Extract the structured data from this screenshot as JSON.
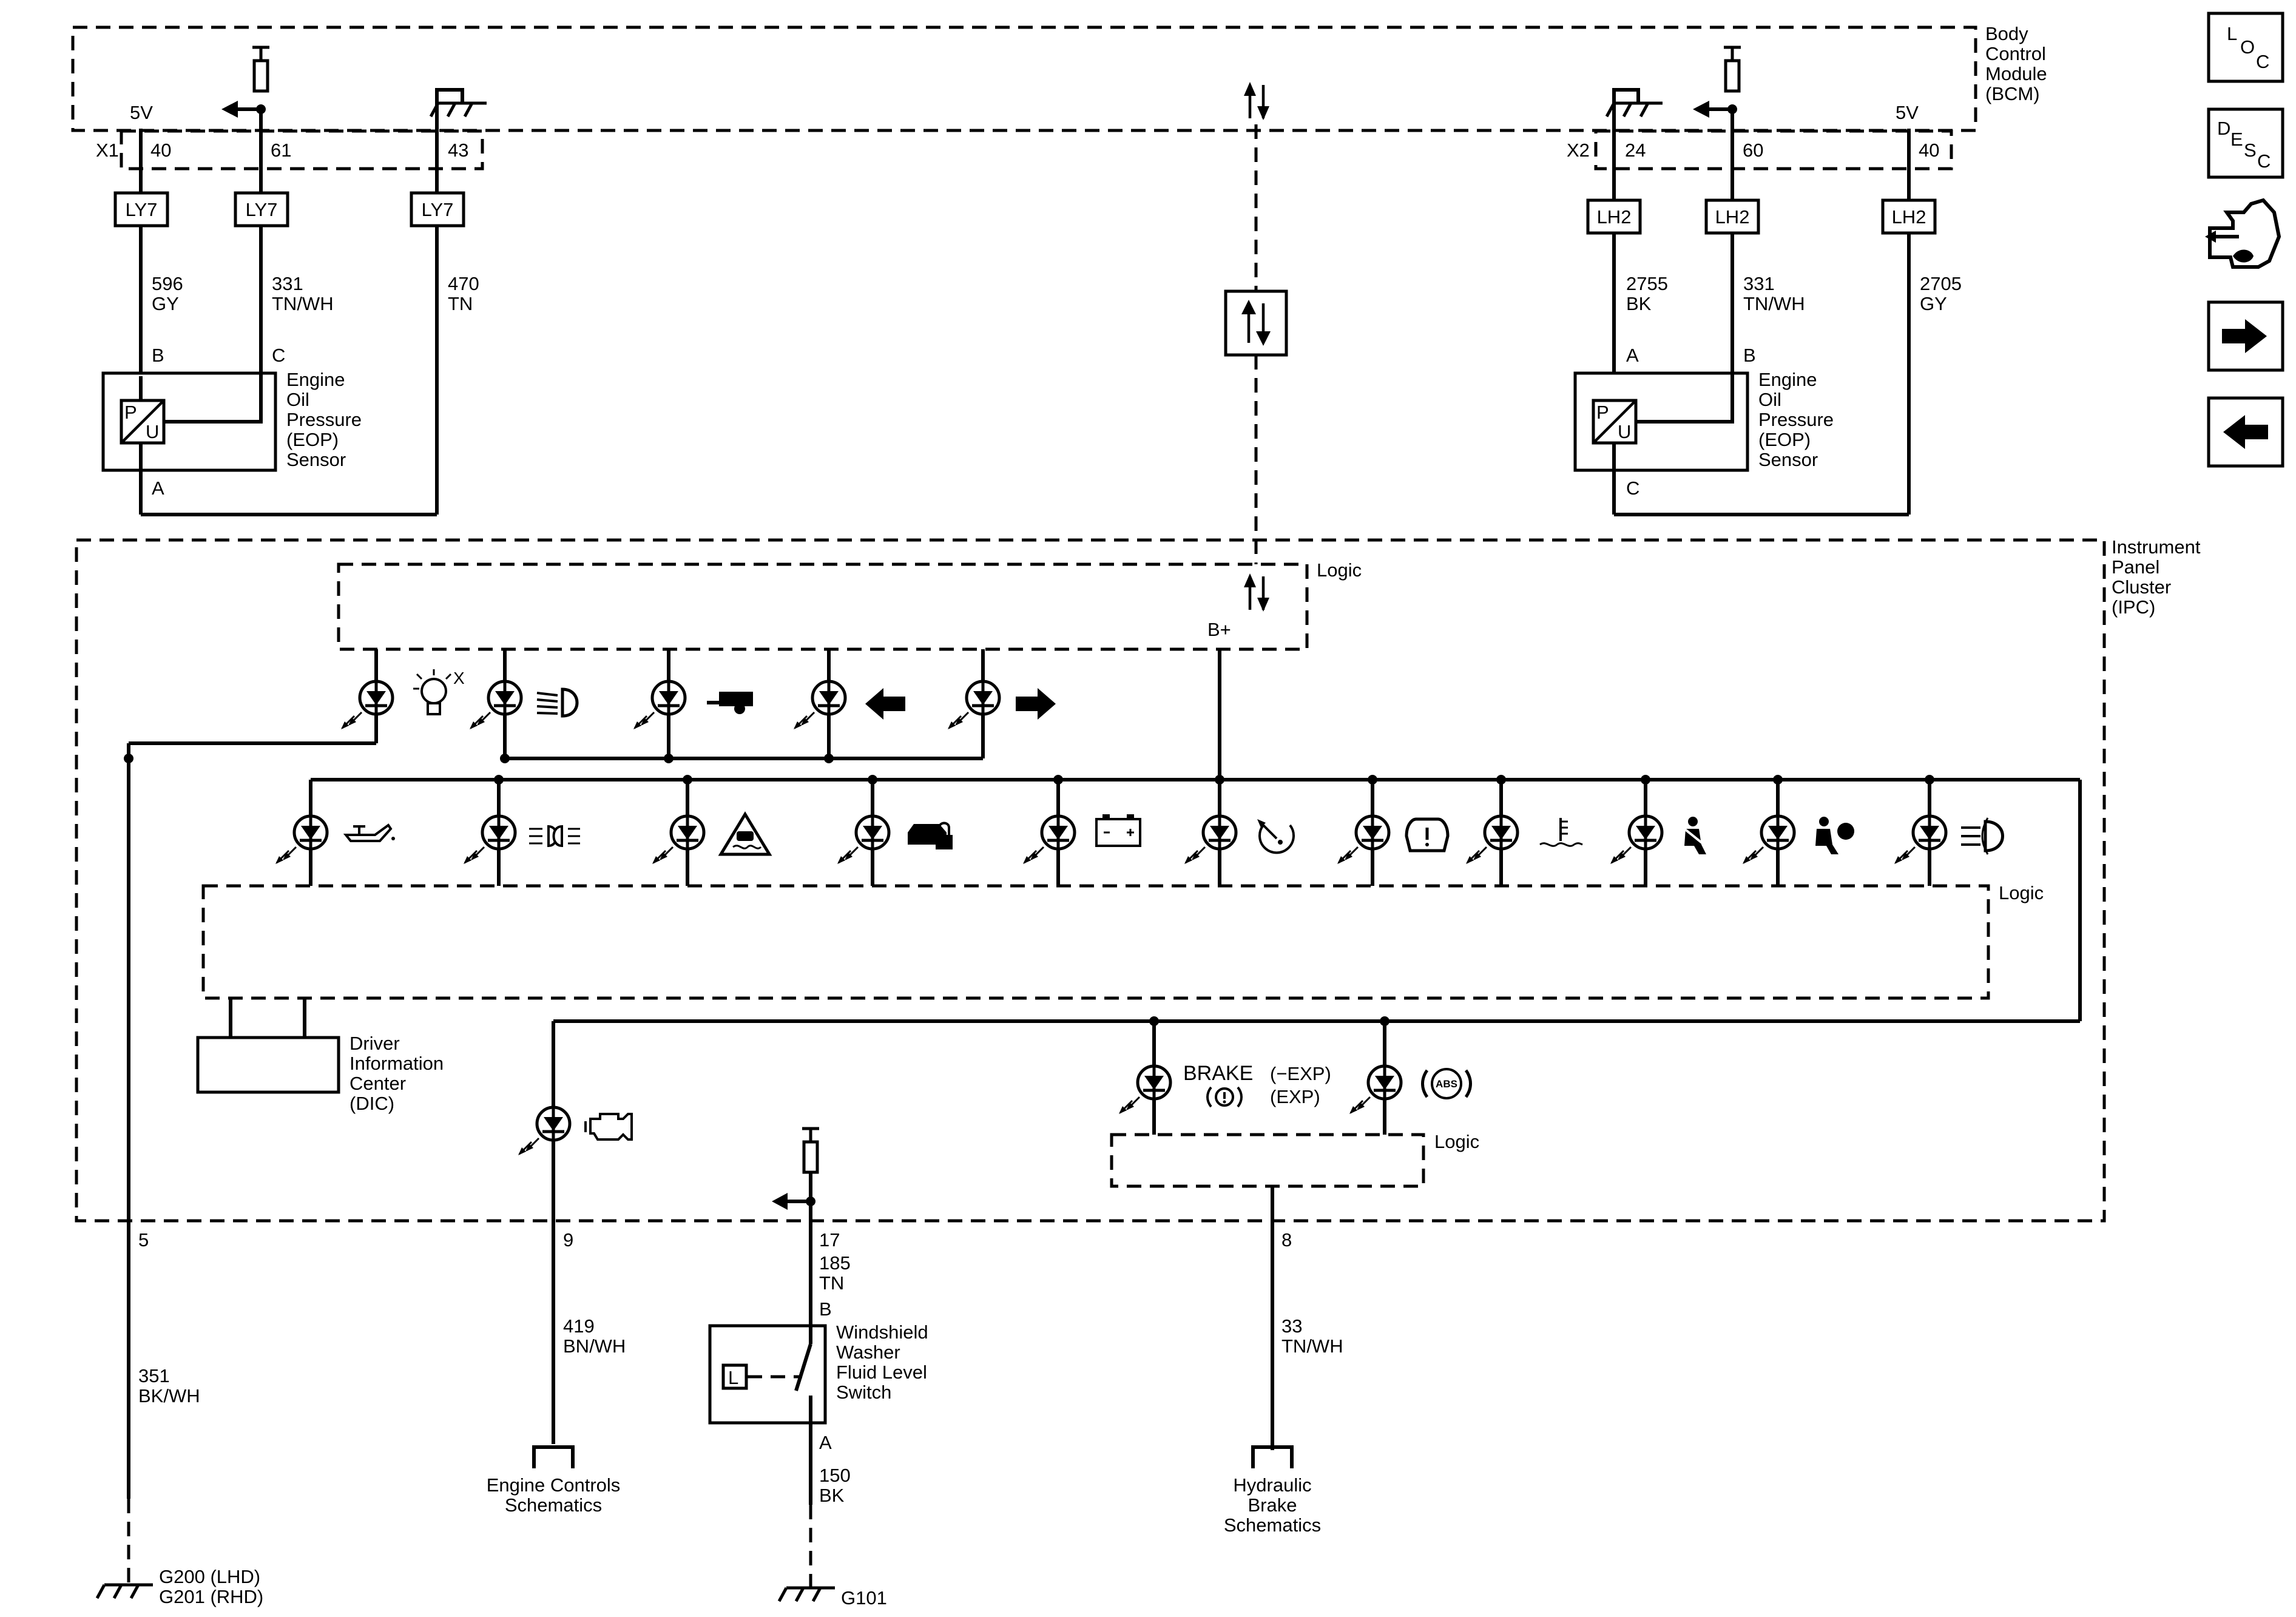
{
  "modules": {
    "bcm": [
      "Body",
      "Control",
      "Module",
      "(BCM)"
    ],
    "ipc": [
      "Instrument",
      "Panel",
      "Cluster",
      "(IPC)"
    ],
    "logic": "Logic",
    "b_plus": "B+",
    "dic": [
      "Driver",
      "Information",
      "Center",
      "(DIC)"
    ]
  },
  "connectors": {
    "x1": "X1",
    "x2": "X2",
    "v5": "5V",
    "pins_left": [
      "40",
      "61",
      "43"
    ],
    "pins_right": [
      "24",
      "60",
      "40"
    ],
    "tag_left": "LY7",
    "tag_right": "LH2"
  },
  "wires": {
    "left": [
      {
        "num": "596",
        "color": "GY"
      },
      {
        "num": "331",
        "color": "TN/WH"
      },
      {
        "num": "470",
        "color": "TN"
      }
    ],
    "right": [
      {
        "num": "2755",
        "color": "BK"
      },
      {
        "num": "331",
        "color": "TN/WH"
      },
      {
        "num": "2705",
        "color": "GY"
      }
    ],
    "ground_351": {
      "num": "351",
      "color": "BK/WH"
    },
    "engine_419": {
      "num": "419",
      "color": "BN/WH"
    },
    "washer_185": {
      "num": "185",
      "color": "TN"
    },
    "washer_150": {
      "num": "150",
      "color": "BK"
    },
    "brake_33": {
      "num": "33",
      "color": "TN/WH"
    }
  },
  "sensors": {
    "eop": [
      "Engine",
      "Oil",
      "Pressure",
      "(EOP)",
      "Sensor"
    ],
    "left_pins": [
      "B",
      "C",
      "A"
    ],
    "right_pins": [
      "A",
      "B",
      "C"
    ],
    "p_label": "P",
    "u_label": "U"
  },
  "ipc_pins": {
    "p5": "5",
    "p9": "9",
    "p17": "17",
    "p8": "8"
  },
  "washer": {
    "label": [
      "Windshield",
      "Washer",
      "Fluid Level",
      "Switch"
    ],
    "pin_b": "B",
    "pin_a": "A",
    "l": "L"
  },
  "brake_indicator": {
    "brake": "BRAKE",
    "exp_minus": "(−EXP)",
    "exp": "(EXP)",
    "abs": "ABS"
  },
  "destinations": {
    "engine": [
      "Engine Controls",
      "Schematics"
    ],
    "brake": [
      "Hydraulic",
      "Brake",
      "Schematics"
    ]
  },
  "grounds": {
    "left": [
      "G200 (LHD)",
      "G201 (RHD)"
    ],
    "right": "G101"
  },
  "nav_buttons": {
    "loc": [
      "L",
      "O",
      "C"
    ],
    "desc": [
      "D",
      "E",
      "S",
      "C"
    ]
  },
  "icons": [
    "bulb-out-icon",
    "low-beam-icon",
    "trailer-icon",
    "turn-left-icon",
    "turn-right-icon",
    "oil-can-icon",
    "parking-lamp-icon",
    "traction-control-icon",
    "security-icon",
    "battery-icon",
    "cruise-control-icon",
    "tire-pressure-icon",
    "coolant-temp-icon",
    "seatbelt-icon",
    "airbag-icon",
    "fog-lamp-icon",
    "check-engine-icon",
    "brake-warning-icon",
    "abs-icon"
  ]
}
